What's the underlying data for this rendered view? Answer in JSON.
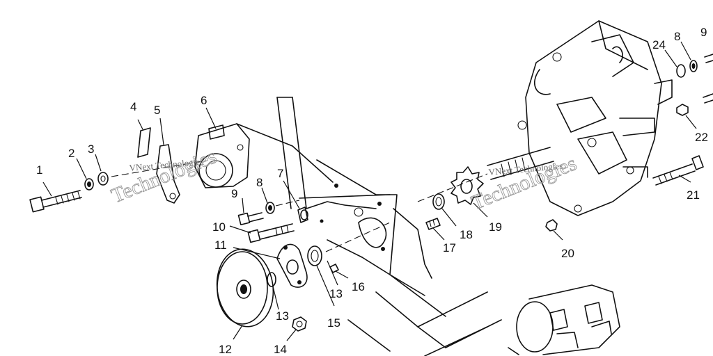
{
  "diagram": {
    "part_labels": [
      {
        "id": "p1",
        "text": "1"
      },
      {
        "id": "p2",
        "text": "2"
      },
      {
        "id": "p3",
        "text": "3"
      },
      {
        "id": "p4",
        "text": "4"
      },
      {
        "id": "p5",
        "text": "5"
      },
      {
        "id": "p6",
        "text": "6"
      },
      {
        "id": "p7",
        "text": "7"
      },
      {
        "id": "p8a",
        "text": "8"
      },
      {
        "id": "p9a",
        "text": "9"
      },
      {
        "id": "p10",
        "text": "10"
      },
      {
        "id": "p11",
        "text": "11"
      },
      {
        "id": "p12",
        "text": "12"
      },
      {
        "id": "p13a",
        "text": "13"
      },
      {
        "id": "p13b",
        "text": "13"
      },
      {
        "id": "p14",
        "text": "14"
      },
      {
        "id": "p15",
        "text": "15"
      },
      {
        "id": "p16",
        "text": "16"
      },
      {
        "id": "p17",
        "text": "17"
      },
      {
        "id": "p18",
        "text": "18"
      },
      {
        "id": "p19",
        "text": "19"
      },
      {
        "id": "p20",
        "text": "20"
      },
      {
        "id": "p21",
        "text": "21"
      },
      {
        "id": "p22",
        "text": "22"
      },
      {
        "id": "p24",
        "text": "24"
      },
      {
        "id": "p8b",
        "text": "8"
      },
      {
        "id": "p9b",
        "text": "9"
      }
    ],
    "watermarks": [
      {
        "id": "w1",
        "text": "VNext Technologies"
      },
      {
        "id": "w2",
        "text": "Technologies"
      },
      {
        "id": "w3",
        "text": "VNext Technologies"
      },
      {
        "id": "w4",
        "text": "Technologies"
      }
    ]
  }
}
